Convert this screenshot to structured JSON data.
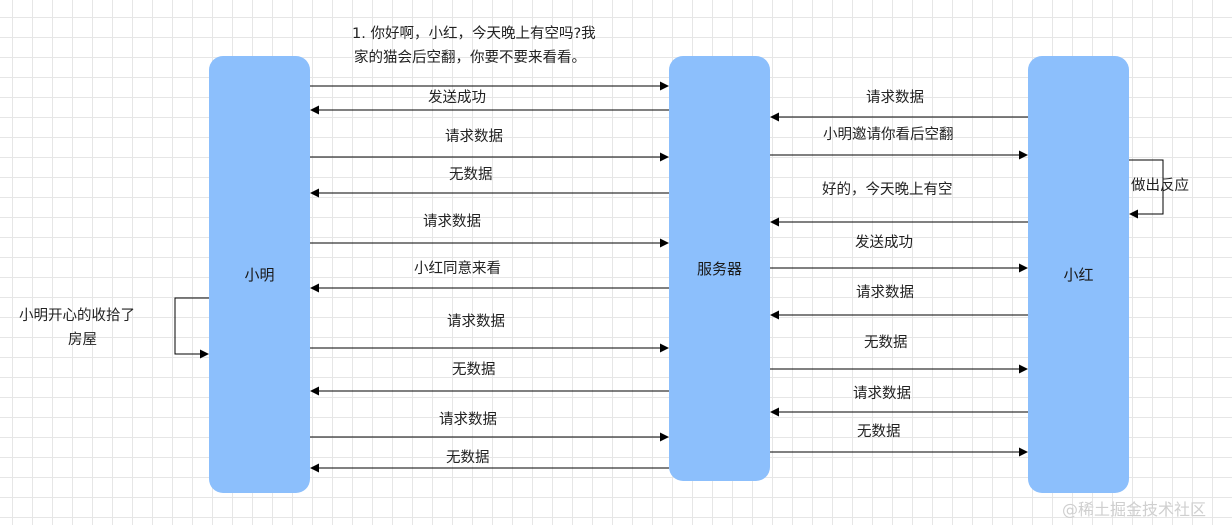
{
  "participants": {
    "xiaoming": "小明",
    "server": "服务器",
    "xiaohong": "小红"
  },
  "messages_left": [
    "1. 你好啊，小红，今天晚上有空吗?我",
    "家的猫会后空翻，你要不要来看看。",
    "发送成功",
    "请求数据",
    "无数据",
    "请求数据",
    "小红同意来看",
    "请求数据",
    "无数据",
    "请求数据",
    "无数据"
  ],
  "messages_right": [
    "请求数据",
    "小明邀请你看后空翻",
    "好的，今天晚上有空",
    "发送成功",
    "请求数据",
    "无数据",
    "请求数据",
    "无数据"
  ],
  "self_loops": {
    "xiaoming_line1": "小明开心的收拾了",
    "xiaoming_line2": "房屋",
    "xiaohong": "做出反应"
  },
  "watermark": "@稀土掘金技术社区"
}
